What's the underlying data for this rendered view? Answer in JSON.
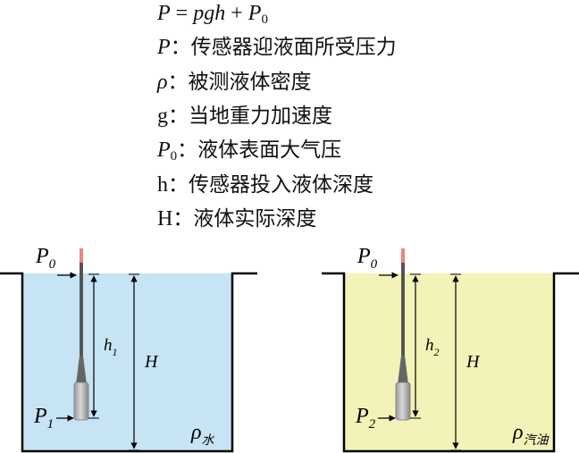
{
  "formula": "P = pgh + P0",
  "formula_parts": {
    "p": "P",
    "eq": " = ",
    "rhs": "pgh",
    "plus": " + ",
    "p0": "P",
    "p0_sub": "0"
  },
  "definitions": [
    {
      "sym": "P",
      "sub": "",
      "italic": true,
      "desc": "：传感器迎液面所受压力"
    },
    {
      "sym": "ρ",
      "sub": "",
      "italic": true,
      "desc": "：被测液体密度"
    },
    {
      "sym": "g",
      "sub": "",
      "italic": false,
      "desc": "：当地重力加速度"
    },
    {
      "sym": "P",
      "sub": "0",
      "italic": true,
      "desc": "：液体表面大气压"
    },
    {
      "sym": "h",
      "sub": "",
      "italic": false,
      "desc": "：传感器投入液体深度"
    },
    {
      "sym": "H",
      "sub": "",
      "italic": false,
      "desc": "：液体实际深度"
    }
  ],
  "tanks": [
    {
      "fill": "#c6e4f4",
      "p0_label": "P",
      "p0_sub": "0",
      "p_label": "P",
      "p_sub": "1",
      "h_label": "h",
      "h_sub": "1",
      "H_label": "H",
      "rho_label": "ρ",
      "rho_sub": "水"
    },
    {
      "fill": "#f3f3b9",
      "p0_label": "P",
      "p0_sub": "0",
      "p_label": "P",
      "p_sub": "2",
      "h_label": "h",
      "h_sub": "2",
      "H_label": "H",
      "rho_label": "ρ",
      "rho_sub": "汽油"
    }
  ]
}
